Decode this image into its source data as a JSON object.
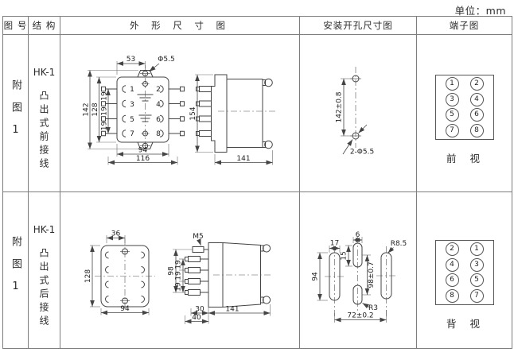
{
  "unit_label": "单位：mm",
  "headers": {
    "fig_no": "图 号",
    "structure": "结 构",
    "outline": "外 形 尺 寸 图",
    "mounting": "安装开孔尺寸图",
    "terminal": "端子图"
  },
  "rows": [
    {
      "fig_no": "附图1",
      "model": "HK-1",
      "structure": "凸出式前接线",
      "outline": {
        "front": {
          "dim_top_width": "53",
          "hole_label": "Φ5.5",
          "dim_height_outer": "142",
          "dim_height_inner": "128",
          "dim_pitch": [
            "19",
            "19",
            "19"
          ],
          "dim_width_inner": "94",
          "dim_width_outer": "116",
          "terminals": [
            "1",
            "2",
            "3",
            "4",
            "5",
            "6",
            "7",
            "8"
          ]
        },
        "side": {
          "dim_height": "154",
          "dim_depth": "141"
        }
      },
      "mounting": {
        "dim_vertical": "142±0.8",
        "holes_label": "2-Φ5.5"
      },
      "terminal": {
        "left": [
          "1",
          "3",
          "5",
          "7"
        ],
        "right": [
          "2",
          "4",
          "6",
          "8"
        ],
        "view_label": "前  视"
      }
    },
    {
      "fig_no": "附图1",
      "model": "HK-1",
      "structure": "凸出式后接线",
      "outline": {
        "front": {
          "dim_top_width": "36",
          "dim_height": "128",
          "dim_width": "94"
        },
        "side": {
          "screw_label": "M5",
          "dim_height": "98",
          "dim_pitch": [
            "19",
            "19",
            "19"
          ],
          "dim_depth_block": "30",
          "dim_depth_terminal": "40",
          "dim_depth": "141"
        }
      },
      "mounting": {
        "slot_width_side": "17",
        "slot_height_side": "94",
        "slot_width_mid": "6",
        "slot_height_mid": "15",
        "dim_vertical": "98±0.7",
        "radius_side": "R8.5",
        "radius_mid": "R3",
        "dim_horizontal": "72±0.2"
      },
      "terminal": {
        "left": [
          "2",
          "4",
          "6",
          "8"
        ],
        "right": [
          "1",
          "3",
          "5",
          "7"
        ],
        "view_label": "背  视"
      }
    }
  ]
}
